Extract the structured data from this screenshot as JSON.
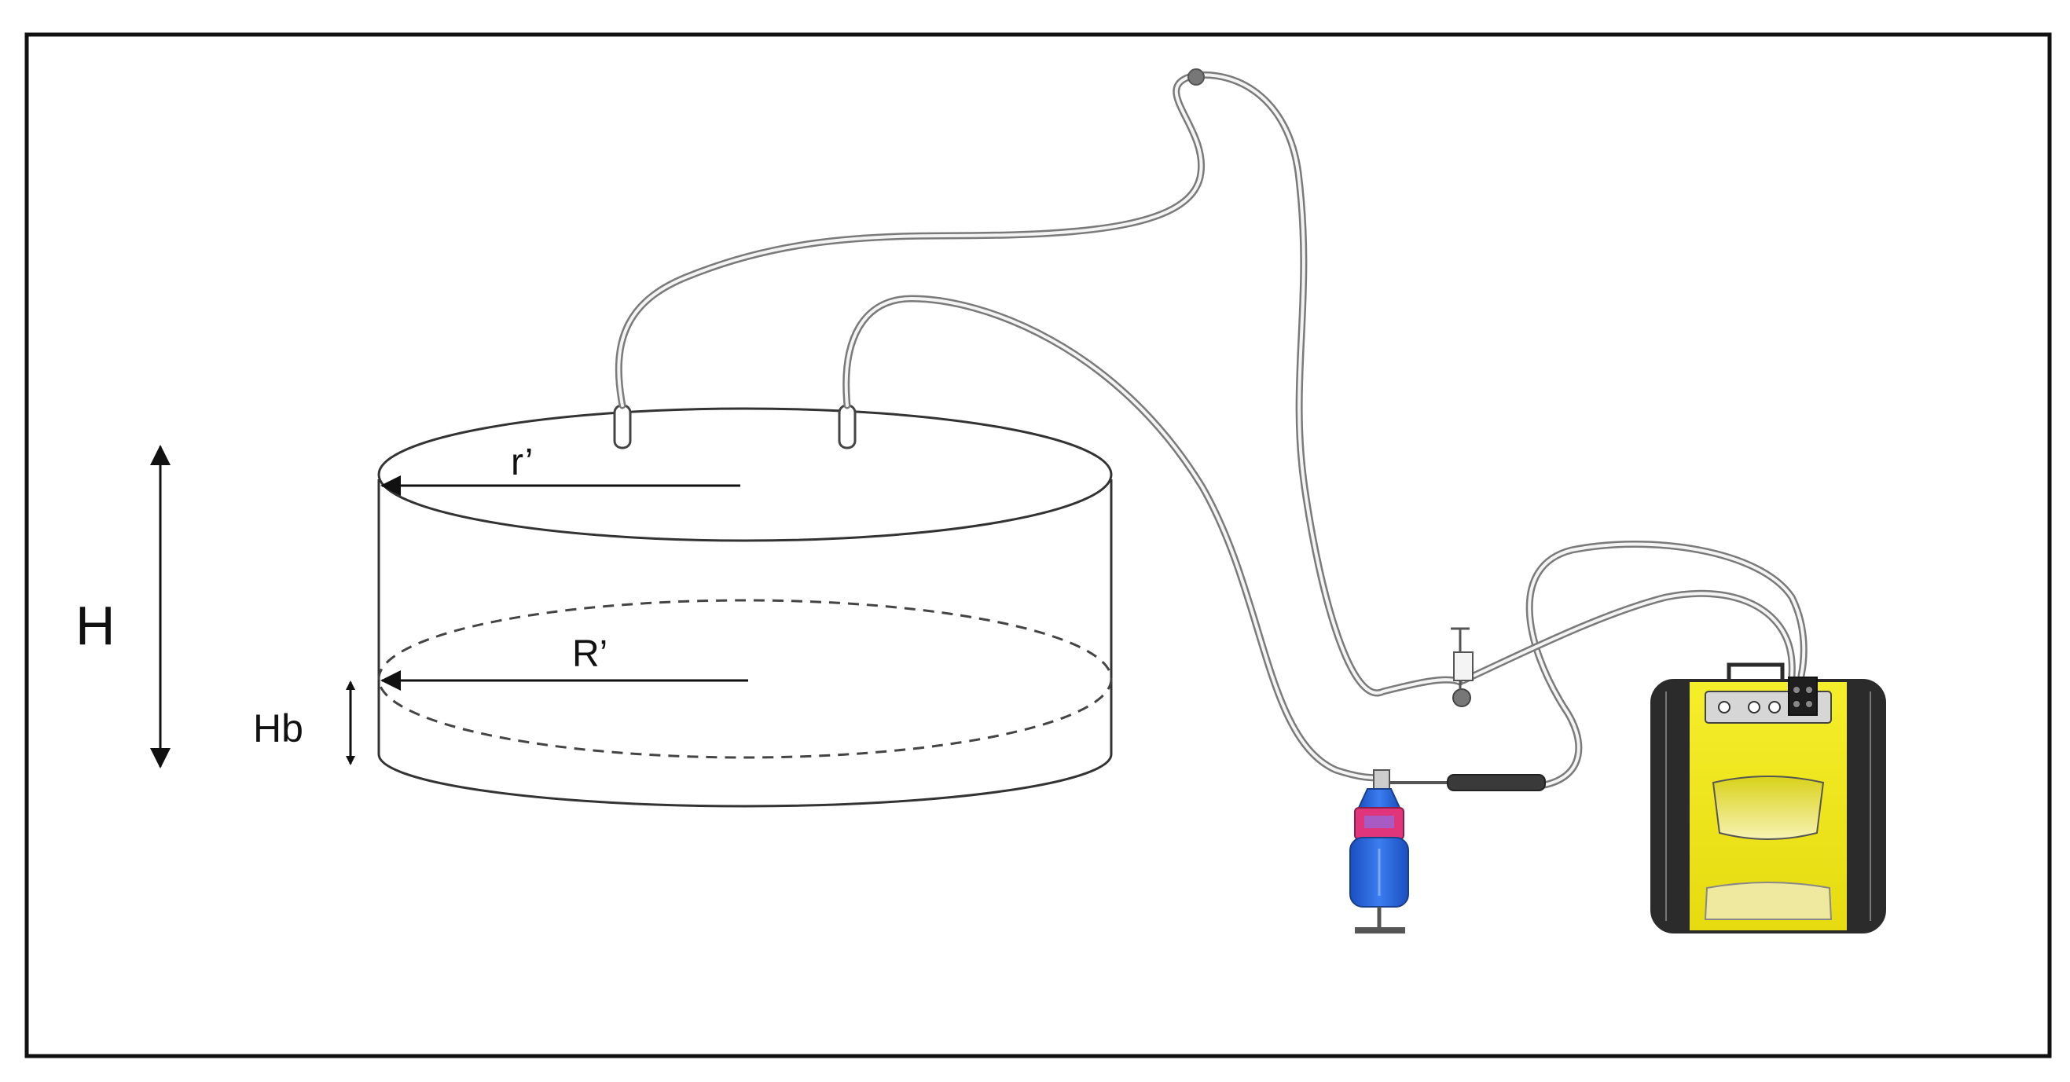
{
  "labels": {
    "r_prime": "r’",
    "R_prime": "R’",
    "H": "H",
    "Hb": "Hb"
  },
  "colors": {
    "frame": "#111111",
    "tube": "#7a7a7a",
    "analyzer_body": "#f2ea1c",
    "analyzer_dark": "#2b2b2b",
    "vessel_blue": "#1f5fd6",
    "vessel_pink": "#e0357a"
  }
}
